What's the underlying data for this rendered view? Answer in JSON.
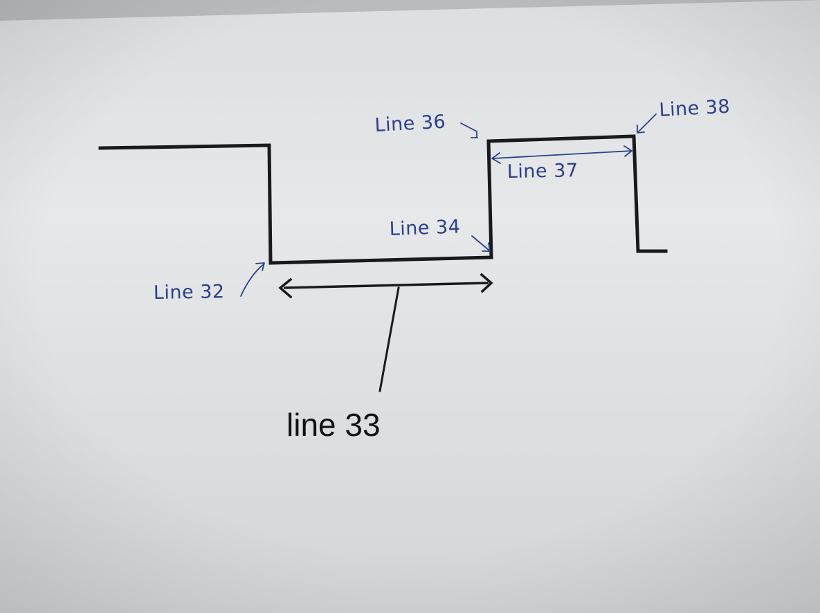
{
  "labels": {
    "line32": "Line 32",
    "line33": "line 33",
    "line34": "Line 34",
    "line36": "Line 36",
    "line37": "Line 37",
    "line38": "Line 38"
  },
  "colors": {
    "handwriting": "#2b3f8c",
    "printed_line": "#1a1a1a",
    "paper": "#e4e6e7",
    "background": "#c9cccd"
  }
}
